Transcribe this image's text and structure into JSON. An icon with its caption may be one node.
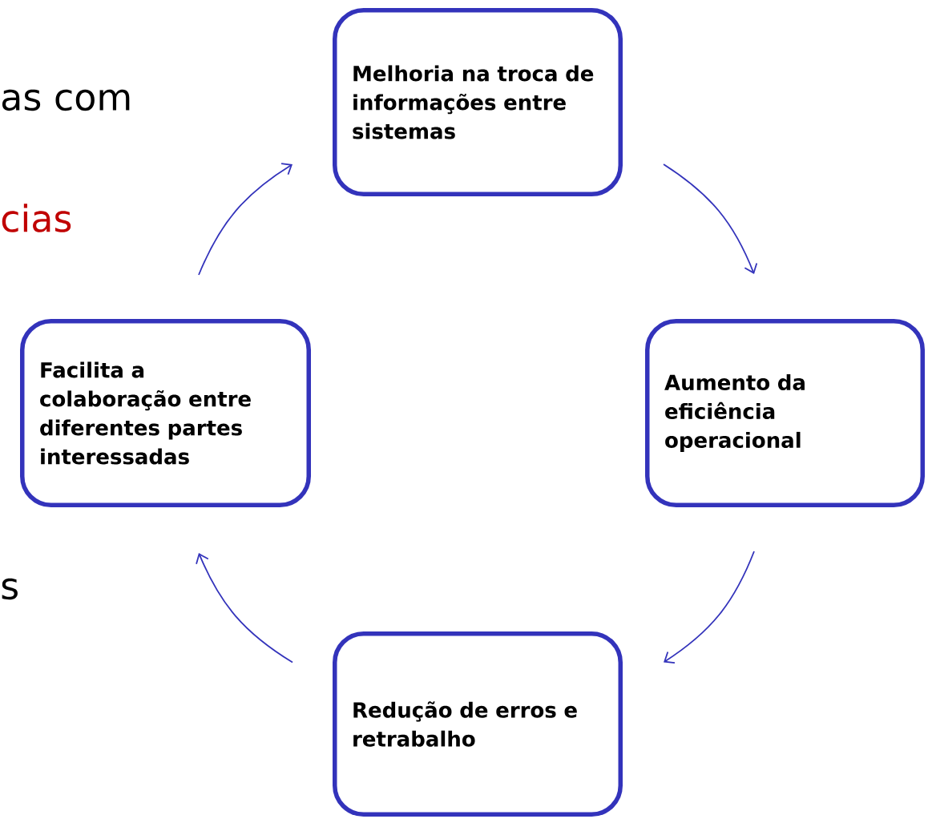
{
  "diagram": {
    "nodes": [
      {
        "text": [
          "Melhoria na troca de informações entre sistemas"
        ]
      },
      {
        "text": [
          "Aumento da eficiência operacional"
        ]
      },
      {
        "text": [
          "Redução de erros e retrabalho"
        ]
      },
      {
        "text": [
          "Facilita a colaboração entre diferentes partes interessadas"
        ]
      }
    ],
    "edges": [
      {
        "from": 0,
        "to": 1,
        "arrow": "to"
      },
      {
        "from": 1,
        "to": 2,
        "arrow": "to"
      },
      {
        "from": 2,
        "to": 3,
        "arrow": "to"
      },
      {
        "from": 3,
        "to": 0,
        "arrow": "to"
      }
    ],
    "labels": [
      "as com",
      "cias",
      "s"
    ]
  }
}
